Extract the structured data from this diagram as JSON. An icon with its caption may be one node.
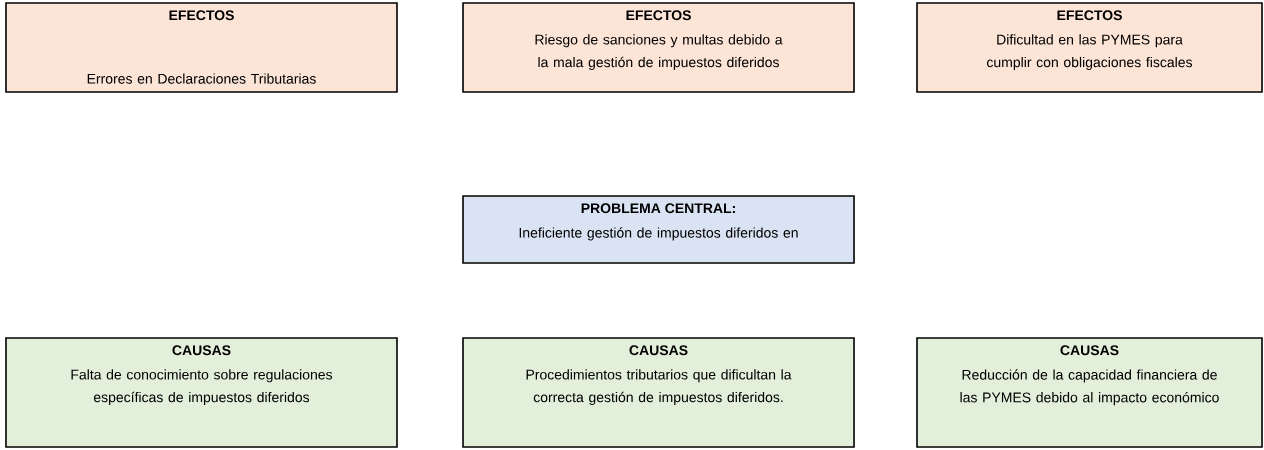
{
  "diagram": {
    "nodes": [
      {
        "text": [
          "EFECTOS",
          "Errores en Declaraciones Tributarias"
        ]
      },
      {
        "text": [
          "EFECTOS",
          "Riesgo de sanciones y multas debido a la mala gestión de impuestos diferidos"
        ]
      },
      {
        "text": [
          "EFECTOS",
          "Dificultad en las PYMES para cumplir con obligaciones fiscales"
        ]
      },
      {
        "text": [
          "PROBLEMA CENTRAL:",
          "Ineficiente gestión de impuestos diferidos en"
        ]
      },
      {
        "text": [
          "CAUSAS",
          "Falta de conocimiento sobre  regulaciones específicas de impuestos diferidos"
        ]
      },
      {
        "text": [
          "CAUSAS",
          "Procedimientos tributarios que dificultan la correcta gestión de impuestos diferidos."
        ]
      },
      {
        "text": [
          "CAUSAS",
          "Reducción de la capacidad financiera de las PYMES debido al impacto económico"
        ]
      }
    ]
  }
}
